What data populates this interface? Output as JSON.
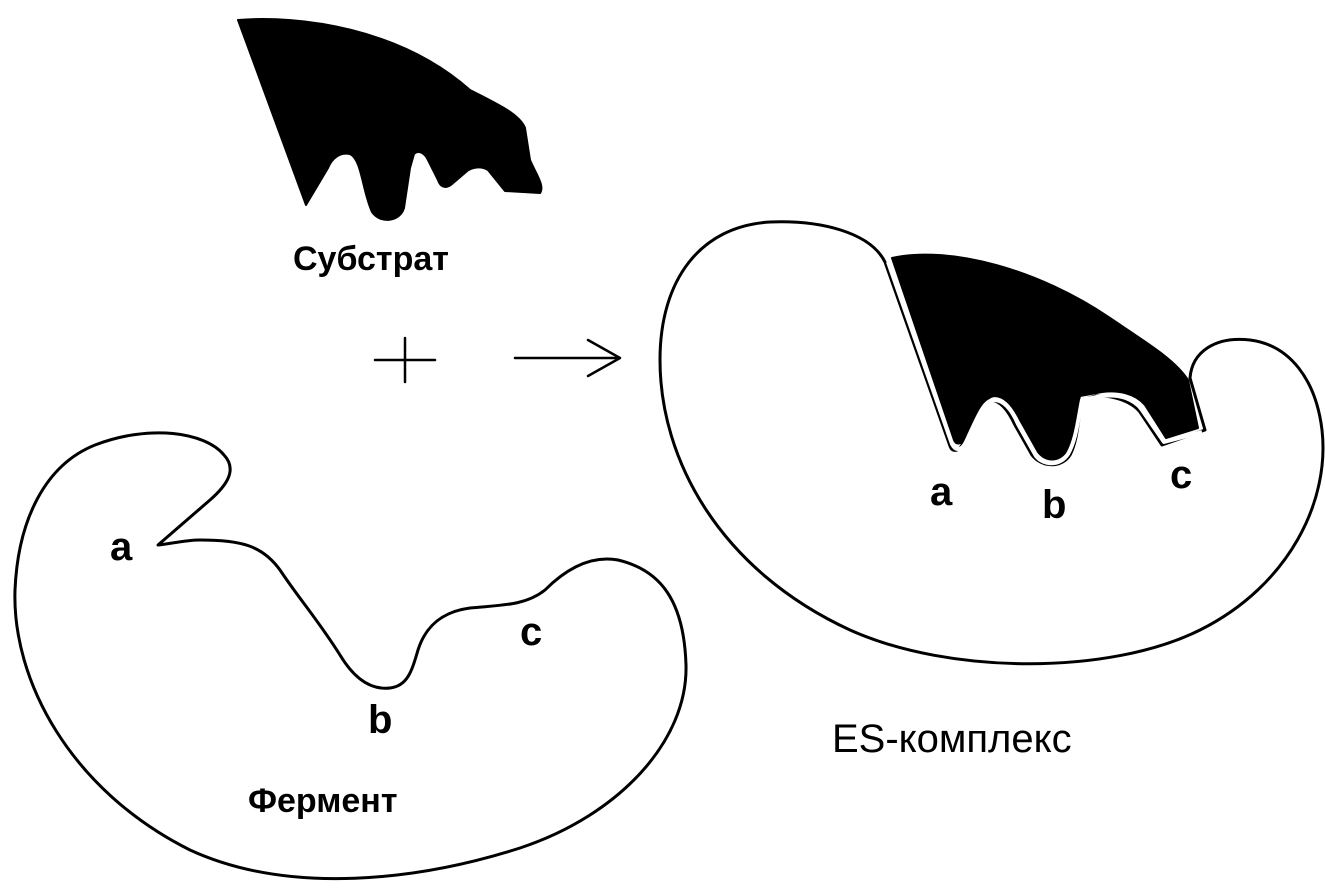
{
  "diagram": {
    "substrate_label": "Субстрат",
    "enzyme_label": "Фермент",
    "complex_label": "ES-комплекс",
    "plus_symbol": "+",
    "arrow_symbol": "→",
    "enzyme_sites": {
      "a": "a",
      "b": "b",
      "c": "c"
    },
    "complex_sites": {
      "a": "a",
      "b": "b",
      "c": "c"
    }
  }
}
